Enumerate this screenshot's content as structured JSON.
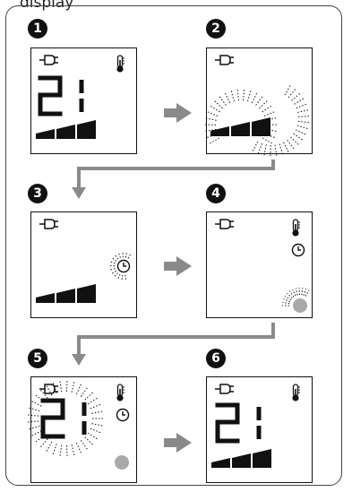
{
  "header": {
    "title_fragment": "display"
  },
  "steps": [
    {
      "number": "1",
      "plug_icon": "plug-icon",
      "thermometer_icon": "thermometer-icon",
      "temperature_digits": "21",
      "power_level_bars": 3
    },
    {
      "number": "2",
      "plug_icon": "plug-icon",
      "power_level_bars": 3,
      "blinking": "power-level-bars"
    },
    {
      "number": "3",
      "plug_icon": "plug-icon",
      "clock_icon": "clock-icon",
      "power_level_bars": 3,
      "blinking": "clock-icon"
    },
    {
      "number": "4",
      "plug_icon": "plug-icon",
      "thermometer_icon": "thermometer-icon",
      "clock_icon": "clock-icon",
      "indicator_dot": "gray-dot",
      "blinking": "indicator-dot"
    },
    {
      "number": "5",
      "plug_icon": "plug-icon",
      "thermometer_icon": "thermometer-icon",
      "clock_icon": "clock-icon",
      "temperature_digits": "21",
      "indicator_dot": "gray-dot",
      "blinking": "temperature-digits"
    },
    {
      "number": "6",
      "plug_icon": "plug-icon",
      "thermometer_icon": "thermometer-icon",
      "temperature_digits": "21",
      "power_level_bars": 3
    }
  ],
  "colors": {
    "line": "#111111",
    "arrow": "#8a8a8a",
    "dot": "#a9a9a9",
    "frame": "#444444"
  }
}
